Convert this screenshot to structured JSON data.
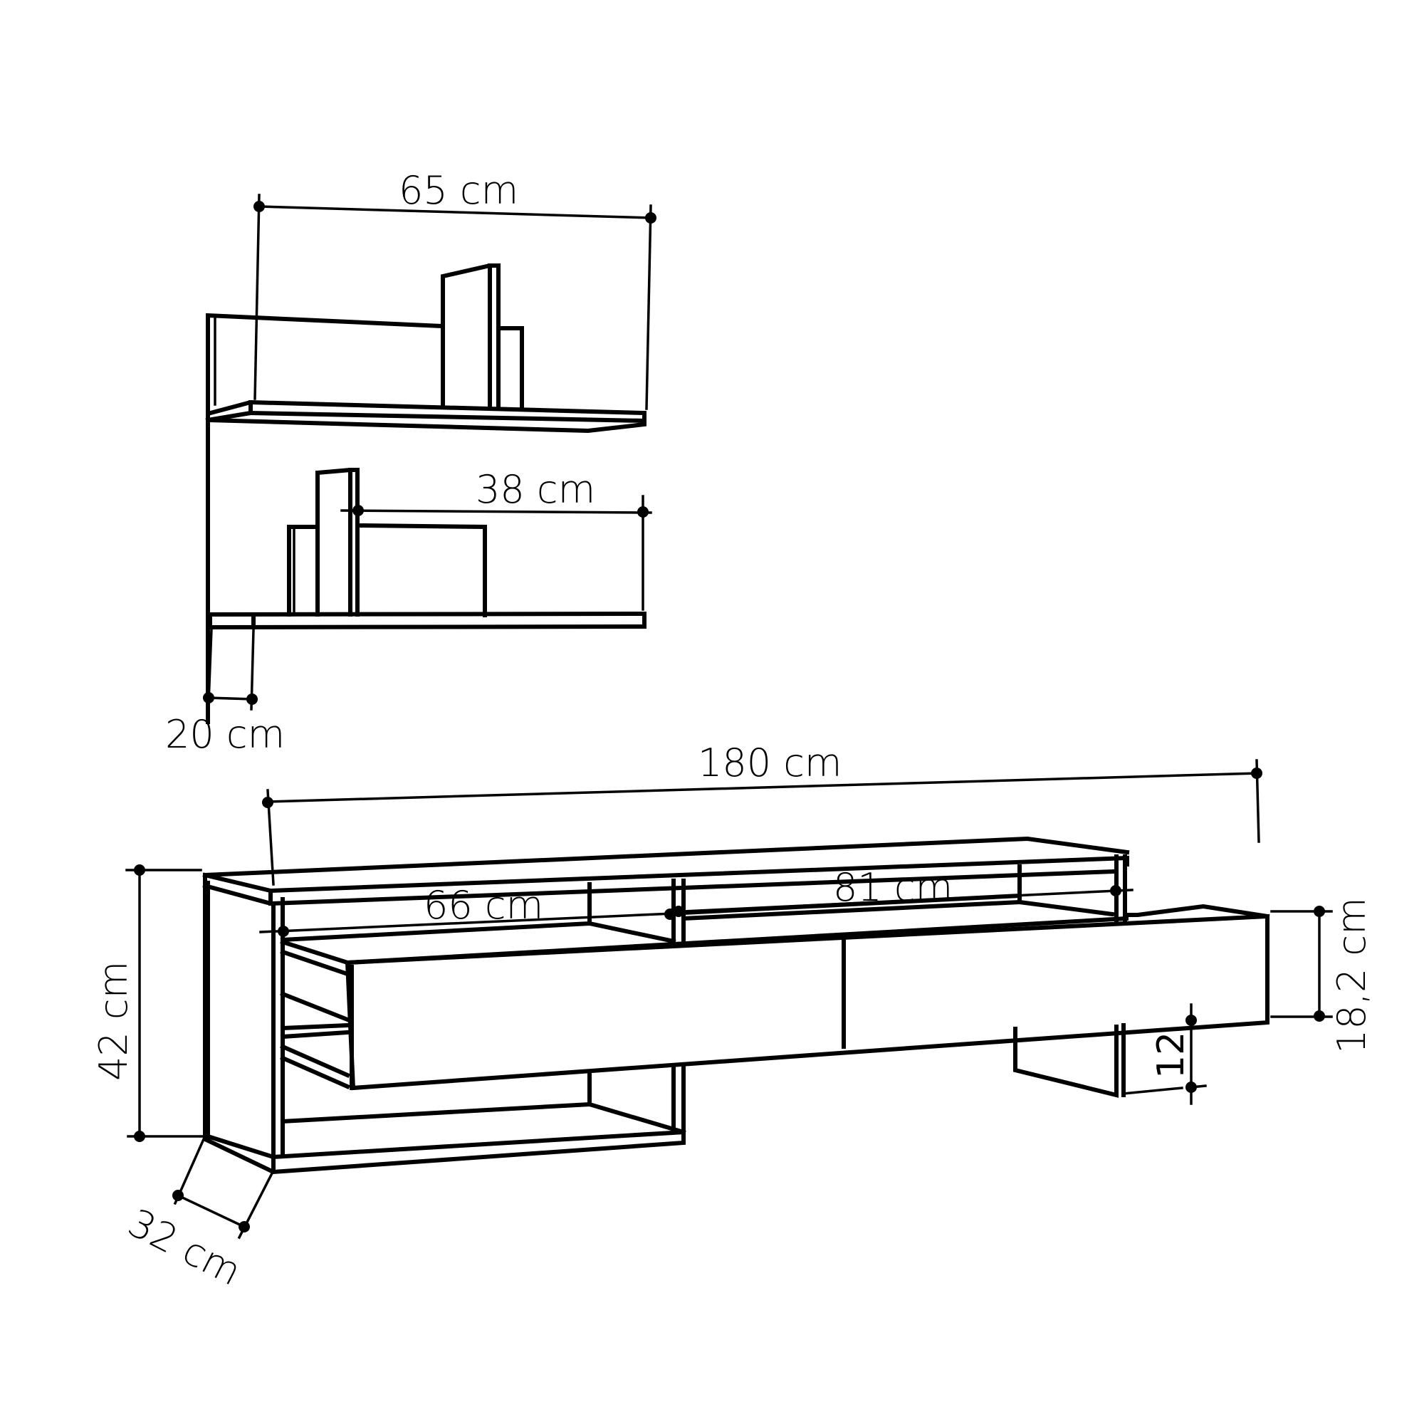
{
  "diagram": {
    "type": "furniture-dimension-drawing",
    "line_color": "#000000",
    "background": "#ffffff",
    "components": {
      "wall_shelf_upper": {
        "width_label": "65 cm"
      },
      "wall_shelf_lower": {
        "section_width_label": "38 cm",
        "depth_label": "20 cm"
      },
      "tv_unit": {
        "total_width_label": "180 cm",
        "left_compartment_label": "66 cm",
        "right_compartment_label": "81 cm",
        "height_label": "42 cm",
        "depth_label": "32 cm",
        "drawer_height_label": "18,2 cm",
        "leg_height_label": "12"
      }
    }
  }
}
